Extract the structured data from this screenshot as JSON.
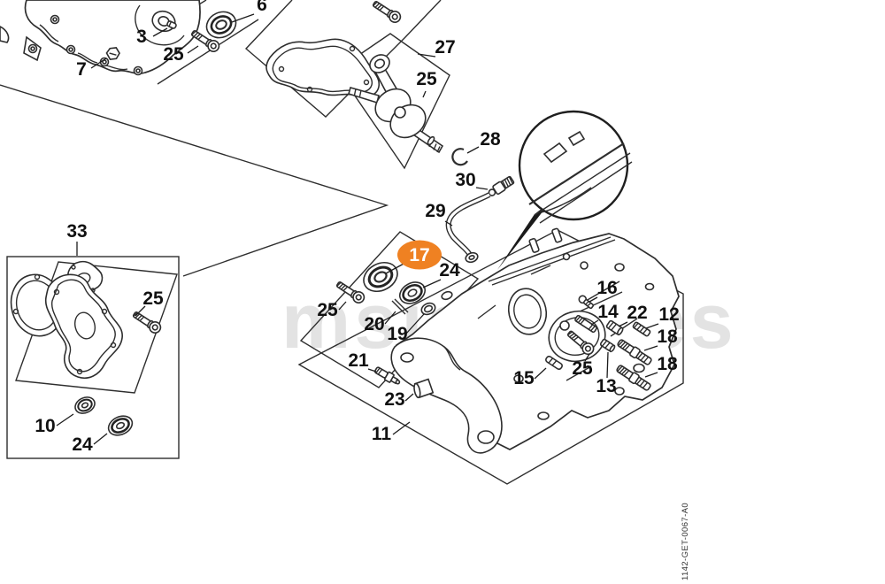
{
  "watermark": "msjokes.es",
  "drawing_number": "1142-GET-0067-A0",
  "colors": {
    "highlight": "#ef8122",
    "line": "#2e2e2e",
    "watermark": "#e3e3e3"
  },
  "selected_part": "17",
  "callouts": [
    {
      "label": "3"
    },
    {
      "label": "7"
    },
    {
      "label": "25"
    },
    {
      "label": "6"
    },
    {
      "label": "27"
    },
    {
      "label": "25"
    },
    {
      "label": "28"
    },
    {
      "label": "30"
    },
    {
      "label": "29"
    },
    {
      "label": "33"
    },
    {
      "label": "25"
    },
    {
      "label": "10"
    },
    {
      "label": "24"
    },
    {
      "label": "17",
      "highlighted": true
    },
    {
      "label": "24"
    },
    {
      "label": "25"
    },
    {
      "label": "20"
    },
    {
      "label": "19"
    },
    {
      "label": "21"
    },
    {
      "label": "23"
    },
    {
      "label": "11"
    },
    {
      "label": "15"
    },
    {
      "label": "16"
    },
    {
      "label": "14"
    },
    {
      "label": "22"
    },
    {
      "label": "12"
    },
    {
      "label": "18"
    },
    {
      "label": "18"
    },
    {
      "label": "25"
    },
    {
      "label": "13"
    }
  ]
}
